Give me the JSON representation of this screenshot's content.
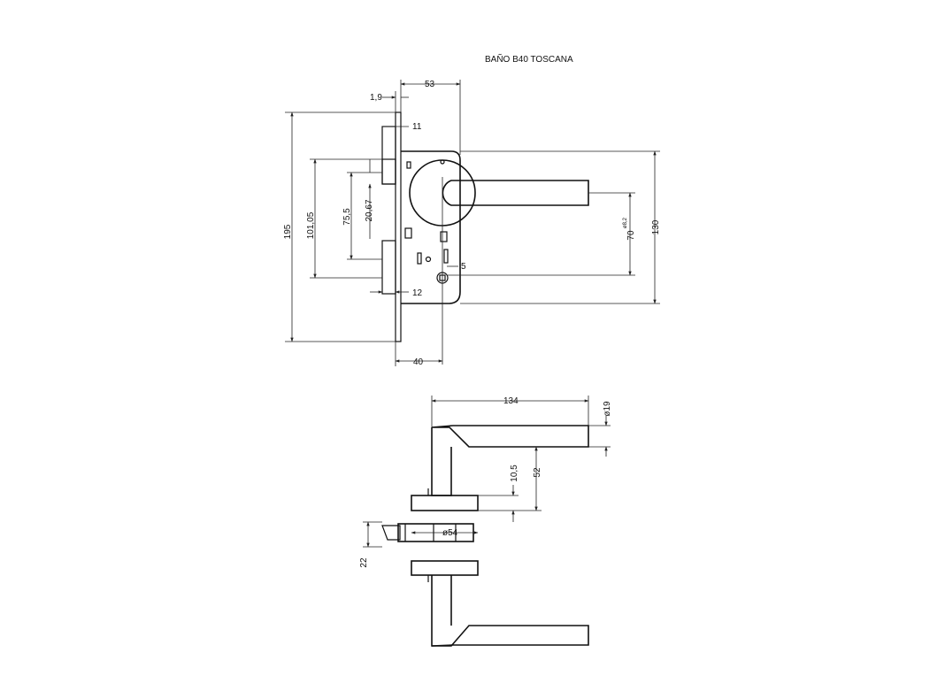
{
  "title": "BAÑO B40 TOSCANA",
  "dimensions": {
    "d53": "53",
    "d1_9": "1,9",
    "d11": "11",
    "d195": "195",
    "d101_05": "101,05",
    "d75_5": "75,5",
    "d20_67": "20,67",
    "d5": "5",
    "d12": "12",
    "d40": "40",
    "d130": "130",
    "d70": "70",
    "d8_2": "ø8,2",
    "d134": "134",
    "d19": "ø19",
    "d52": "52",
    "d10_5": "10,5",
    "d54": "ø54",
    "d22": "22"
  },
  "colors": {
    "line": "#111111",
    "background": "#ffffff"
  }
}
